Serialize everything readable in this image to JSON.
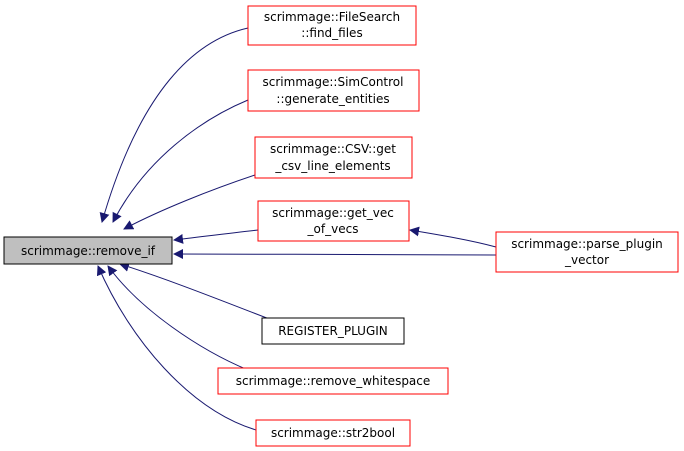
{
  "diagram": {
    "root": {
      "label": "scrimmage::remove_if"
    },
    "callers": [
      {
        "id": "find_files",
        "lines": [
          "scrimmage::FileSearch",
          "::find_files"
        ]
      },
      {
        "id": "generate_entities",
        "lines": [
          "scrimmage::SimControl",
          "::generate_entities"
        ]
      },
      {
        "id": "get_csv_line_elements",
        "lines": [
          "scrimmage::CSV::get",
          "_csv_line_elements"
        ]
      },
      {
        "id": "get_vec_of_vecs",
        "lines": [
          "scrimmage::get_vec",
          "_of_vecs"
        ]
      },
      {
        "id": "parse_plugin_vector",
        "lines": [
          "scrimmage::parse_plugin",
          "_vector"
        ]
      },
      {
        "id": "register_plugin",
        "lines": [
          "REGISTER_PLUGIN"
        ]
      },
      {
        "id": "remove_whitespace",
        "lines": [
          "scrimmage::remove_whitespace"
        ]
      },
      {
        "id": "str2bool",
        "lines": [
          "scrimmage::str2bool"
        ]
      }
    ],
    "colors": {
      "root_fill": "#bfbfbf",
      "root_border": "#000000",
      "caller_border": "#ff0000",
      "plain_border": "#000000",
      "edge": "#191970"
    }
  }
}
